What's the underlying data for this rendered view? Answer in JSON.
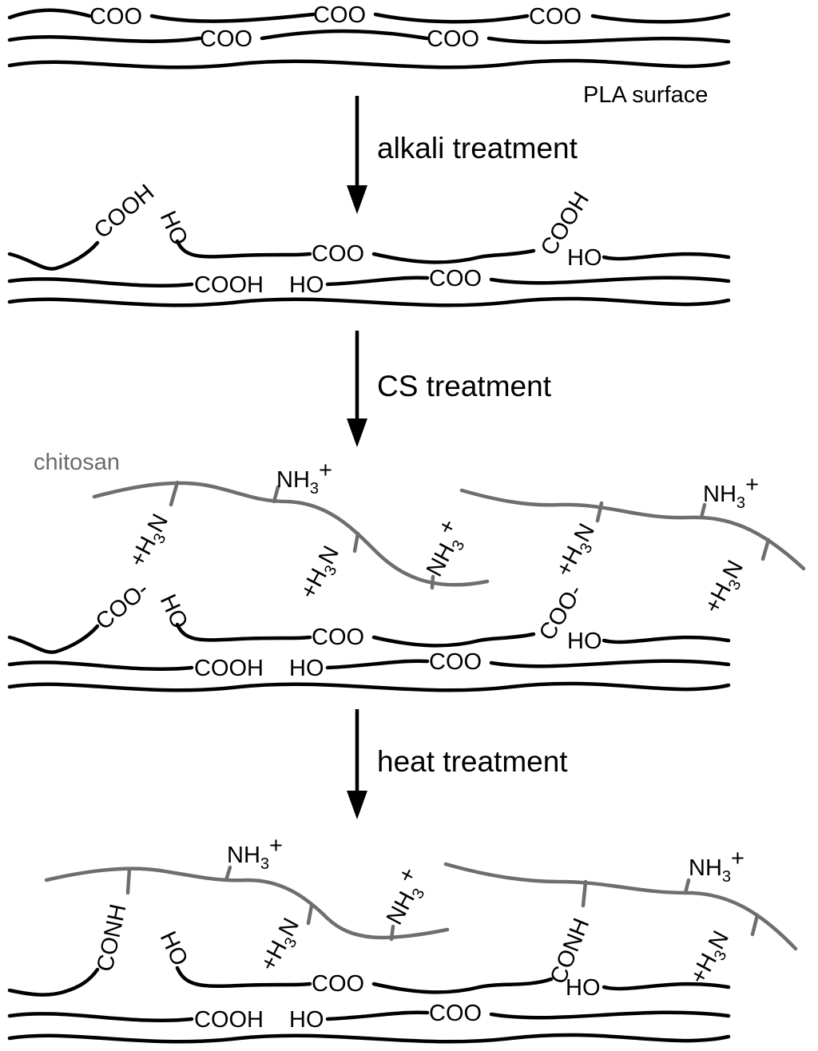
{
  "surface_label": "PLA surface",
  "steps": {
    "alkali": "alkali treatment",
    "cs": "CS treatment",
    "heat": "heat treatment"
  },
  "chitosan_label": "chitosan",
  "groups": {
    "coo": "COO",
    "cooh": "COOH",
    "ho": "HO",
    "coo_minus": "COO-",
    "conh": "CONH",
    "nh3": "NH",
    "h3n_h": "H",
    "h3n_n": "N",
    "plus": "+",
    "three": "3"
  }
}
